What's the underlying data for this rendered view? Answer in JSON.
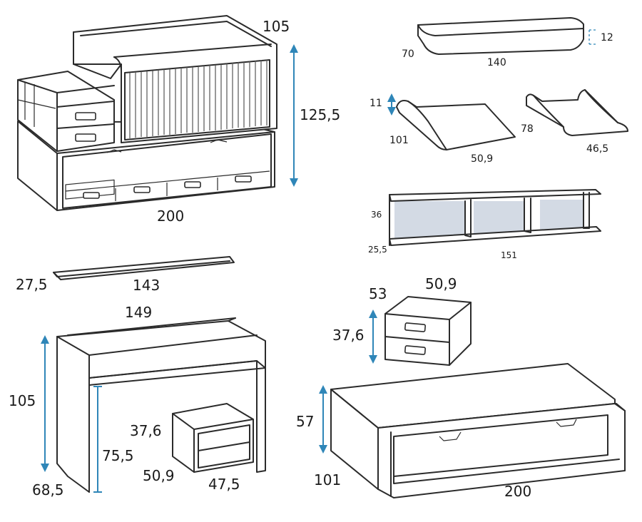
{
  "dimensions": {
    "crib": {
      "depth": "105",
      "height": "125,5",
      "width": "200"
    },
    "mattress": {
      "depth": "70",
      "width": "140",
      "height": "12"
    },
    "changer_a": {
      "height": "11",
      "depth": "101",
      "width": "50,9"
    },
    "changer_b": {
      "depth": "78",
      "width": "46,5"
    },
    "shelf_unit": {
      "height": "36",
      "depth": "25,5",
      "width": "151"
    },
    "plank": {
      "depth": "27,5",
      "width": "143"
    },
    "desk": {
      "width": "149",
      "height": "105",
      "depth": "68,5",
      "knee_height": "75,5"
    },
    "desk_box": {
      "height": "37,6",
      "width": "50,9",
      "depth": "47,5"
    },
    "nightstand": {
      "depth": "53",
      "width": "50,9",
      "height": "37,6"
    },
    "bed": {
      "height": "57",
      "depth": "101",
      "width": "200"
    }
  },
  "colors": {
    "arrow": "#2f86b8",
    "line": "#2b2b2b",
    "shelf_back": "#d3dae4"
  }
}
